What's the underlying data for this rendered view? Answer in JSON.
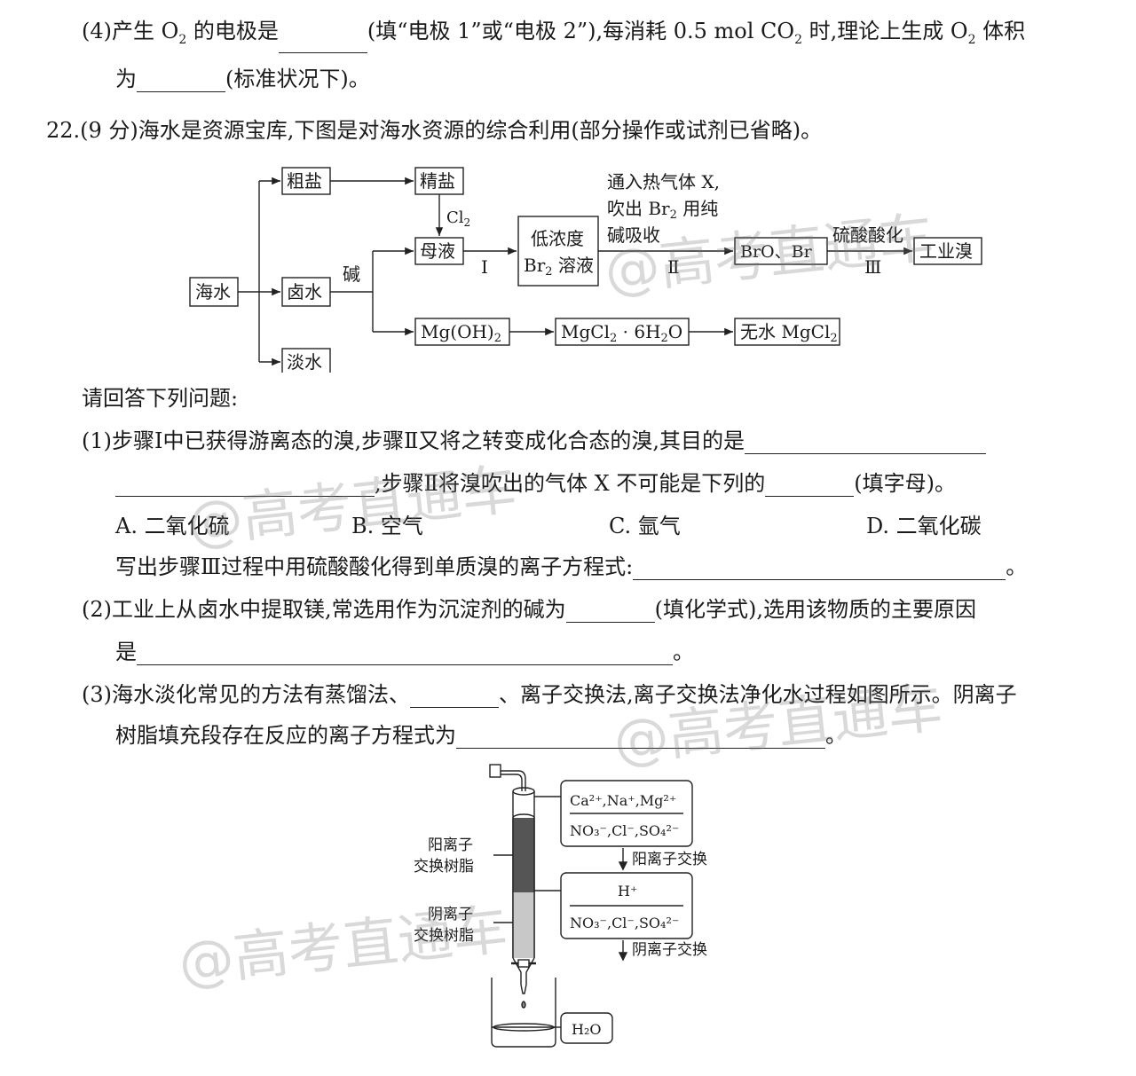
{
  "q21": {
    "p4_a": "(4)产生 O",
    "p4_sub": "2",
    "p4_b": " 的电极是",
    "p4_c": "(填“电极 1”或“电极 2”),每消耗 0.5 mol CO",
    "p4_sub2": "2",
    "p4_d": " 时,理论上生成 O",
    "p4_sub3": "2",
    "p4_e": " 体积",
    "p4_line2_a": "为",
    "p4_line2_b": "(标准状况下)。"
  },
  "q22": {
    "title": "22.(9 分)海水是资源宝库,下图是对海水资源的综合利用(部分操作或试剂已省略)。",
    "flow": {
      "seawater": "海水",
      "crude_salt": "粗盐",
      "fine_salt": "精盐",
      "brine": "卤水",
      "fresh_water": "淡水",
      "base": "碱",
      "mother_liquor": "母液",
      "cl2": "Cl",
      "cl2_sub": "2",
      "step1": "Ⅰ",
      "low_conc_1": "低浓度",
      "low_conc_2a": "Br",
      "low_conc_2sub": "2",
      "low_conc_2b": " 溶液",
      "note_1": "通入热气体 X,",
      "note_2a": "吹出 Br",
      "note_2sub": "2",
      "note_2b": " 用纯",
      "note_3": "碱吸收",
      "step2": "Ⅱ",
      "bro3_br": "BrO",
      "bro3_rest": "、Br",
      "acidify": "硫酸酸化",
      "step3": "Ⅲ",
      "industrial_br": "工业溴",
      "mgoh2_a": "Mg(OH)",
      "mgoh2_sub": "2",
      "mgcl2_hyd_a": "MgCl",
      "mgcl2_hyd_sub": "2",
      "mgcl2_hyd_b": " · 6H",
      "mgcl2_hyd_sub2": "2",
      "mgcl2_hyd_c": "O",
      "anhyd_a": "无水 MgCl",
      "anhyd_sub": "2"
    },
    "prompt": "请回答下列问题:",
    "p1_line1": "(1)步骤Ⅰ中已获得游离态的溴,步骤Ⅱ又将之转变成化合态的溴,其目的是",
    "p1_line2_a": ",步骤Ⅱ将溴吹出的气体 X 不可能是下列的",
    "p1_line2_b": "(填字母)。",
    "options": [
      "A. 二氧化硫",
      "B. 空气",
      "C. 氩气",
      "D. 二氧化碳"
    ],
    "p1_line3": "写出步骤Ⅲ过程中用硫酸酸化得到单质溴的离子方程式:",
    "period": "。",
    "p2_line1_a": "(2)工业上从卤水中提取镁,常选用作为沉淀剂的碱为",
    "p2_line1_b": "(填化学式),选用该物质的主要原因",
    "p2_line2": "是",
    "p3_line1_a": "(3)海水淡化常见的方法有蒸馏法、",
    "p3_line1_b": "、离子交换法,离子交换法净化水过程如图所示。阴离子",
    "p3_line2": "树脂填充段存在反应的离子方程式为"
  },
  "apparatus": {
    "cation_resin_1": "阳离子",
    "cation_resin_2": "交换树脂",
    "anion_resin_1": "阴离子",
    "anion_resin_2": "交换树脂",
    "box1_top": "Ca²⁺,Na⁺,Mg²⁺",
    "box1_bottom": "NO₃⁻,Cl⁻,SO₄²⁻",
    "cation_exchange": "阳离子交换",
    "box2_top": "H⁺",
    "box2_bottom": "NO₃⁻,Cl⁻,SO₄²⁻",
    "anion_exchange": "阴离子交换",
    "water": "H₂O"
  },
  "watermark": "@高考直通车"
}
